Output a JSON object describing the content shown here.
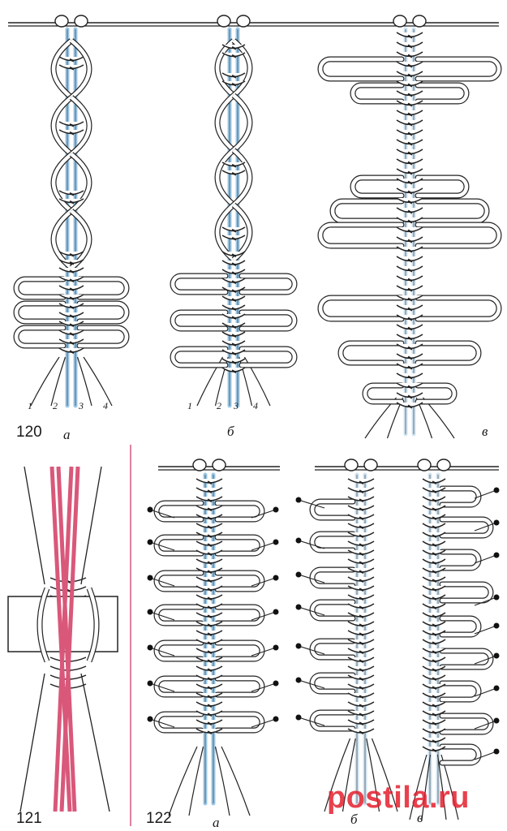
{
  "figures": [
    {
      "number": "120",
      "panels": [
        "а",
        "б",
        "в"
      ],
      "cord_labels": [
        "1",
        "2",
        "3",
        "4"
      ]
    },
    {
      "number": "121"
    },
    {
      "number": "122",
      "panels": [
        "а",
        "б",
        "в"
      ]
    }
  ],
  "watermark": "postila.ru",
  "colors": {
    "outline": "#222222",
    "core_blue": "#9cc8e6",
    "core_red": "#d9587a",
    "divider": "#e07fa0",
    "watermark": "#e4202e"
  }
}
